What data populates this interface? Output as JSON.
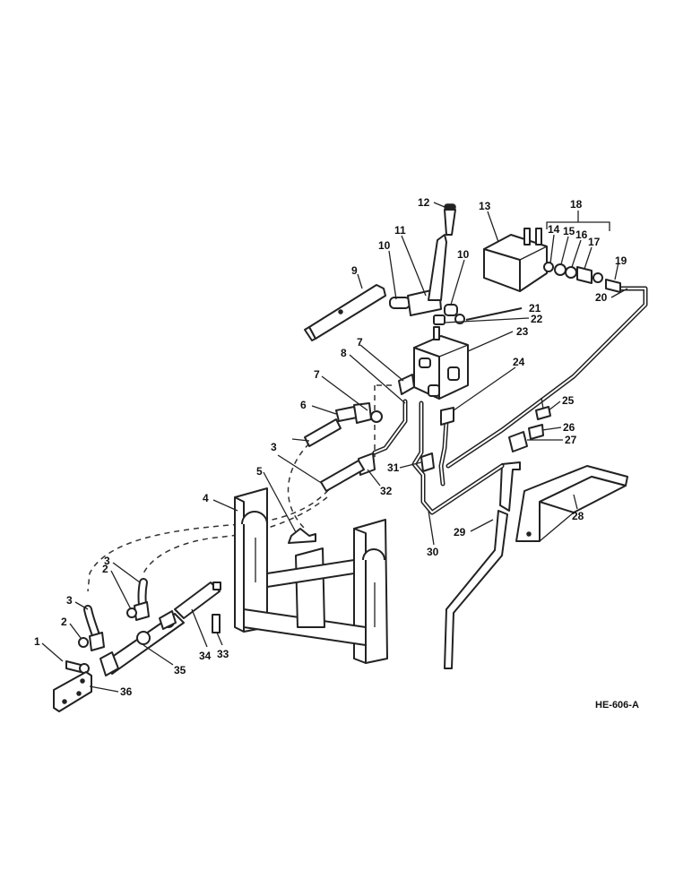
{
  "drawing_code": "HE-606-A",
  "callouts": [
    {
      "id": "c1",
      "label": "1"
    },
    {
      "id": "c2a",
      "label": "2"
    },
    {
      "id": "c2b",
      "label": "2"
    },
    {
      "id": "c3a",
      "label": "3"
    },
    {
      "id": "c3b",
      "label": "3"
    },
    {
      "id": "c3c",
      "label": "3"
    },
    {
      "id": "c4",
      "label": "4"
    },
    {
      "id": "c5",
      "label": "5"
    },
    {
      "id": "c6",
      "label": "6"
    },
    {
      "id": "c7a",
      "label": "7"
    },
    {
      "id": "c7b",
      "label": "7"
    },
    {
      "id": "c8",
      "label": "8"
    },
    {
      "id": "c9",
      "label": "9"
    },
    {
      "id": "c10a",
      "label": "10"
    },
    {
      "id": "c10b",
      "label": "10"
    },
    {
      "id": "c11",
      "label": "11"
    },
    {
      "id": "c12",
      "label": "12"
    },
    {
      "id": "c13",
      "label": "13"
    },
    {
      "id": "c14",
      "label": "14"
    },
    {
      "id": "c15",
      "label": "15"
    },
    {
      "id": "c16",
      "label": "16"
    },
    {
      "id": "c17",
      "label": "17"
    },
    {
      "id": "c18",
      "label": "18"
    },
    {
      "id": "c19",
      "label": "19"
    },
    {
      "id": "c20",
      "label": "20"
    },
    {
      "id": "c21",
      "label": "21"
    },
    {
      "id": "c22",
      "label": "22"
    },
    {
      "id": "c23",
      "label": "23"
    },
    {
      "id": "c24",
      "label": "24"
    },
    {
      "id": "c25",
      "label": "25"
    },
    {
      "id": "c26",
      "label": "26"
    },
    {
      "id": "c27",
      "label": "27"
    },
    {
      "id": "c28",
      "label": "28"
    },
    {
      "id": "c29",
      "label": "29"
    },
    {
      "id": "c30",
      "label": "30"
    },
    {
      "id": "c31",
      "label": "31"
    },
    {
      "id": "c32",
      "label": "32"
    },
    {
      "id": "c33",
      "label": "33"
    },
    {
      "id": "c34",
      "label": "34"
    },
    {
      "id": "c35",
      "label": "35"
    },
    {
      "id": "c36",
      "label": "36"
    }
  ]
}
